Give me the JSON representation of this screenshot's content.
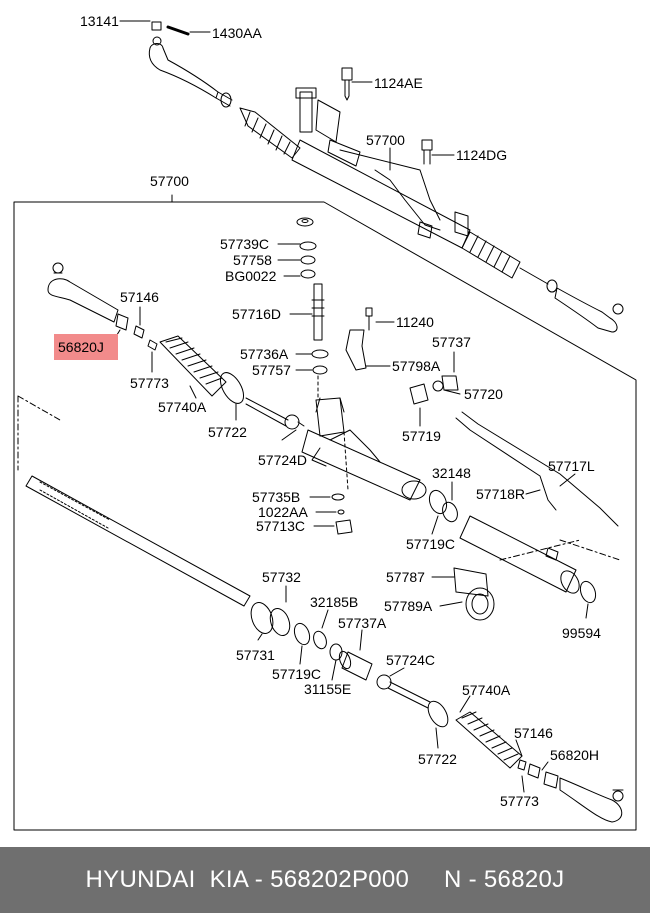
{
  "diagram": {
    "part_labels": {
      "p13141": "13141",
      "p1430AA": "1430AA",
      "p1124AE": "1124AE",
      "p57700_top": "57700",
      "p1124DG": "1124DG",
      "p57700_group": "57700",
      "p57739C": "57739C",
      "p57758": "57758",
      "pBG0022": "BG0022",
      "p57146_left": "57146",
      "p57716D": "57716D",
      "p11240": "11240",
      "p56820J": "56820J",
      "p57737": "57737",
      "p57736A": "57736A",
      "p57798A": "57798A",
      "p57757": "57757",
      "p57773_left": "57773",
      "p57720": "57720",
      "p57740A_left": "57740A",
      "p57722_left": "57722",
      "p57719": "57719",
      "p57724D": "57724D",
      "p57717L": "57717L",
      "p32148": "32148",
      "p57718R": "57718R",
      "p57735B": "57735B",
      "p1022AA": "1022AA",
      "p57713C": "57713C",
      "p57719C_mid": "57719C",
      "p57787": "57787",
      "p57732": "57732",
      "p57789A": "57789A",
      "p32185B": "32185B",
      "p99594": "99594",
      "p57737A": "57737A",
      "p57731": "57731",
      "p57719C_low": "57719C",
      "p31155E": "31155E",
      "p57724C": "57724C",
      "p57740A_right": "57740A",
      "p57722_right": "57722",
      "p57146_right": "57146",
      "p56820H": "56820H",
      "p57773_right": "57773"
    },
    "highlighted_part": "56820J",
    "highlight_color": "#f28b8b"
  },
  "footer": {
    "text": "HYUNDAI  KIA - 568202P000     N - 56820J",
    "background": "#6f6f6f",
    "text_color": "#ffffff"
  }
}
